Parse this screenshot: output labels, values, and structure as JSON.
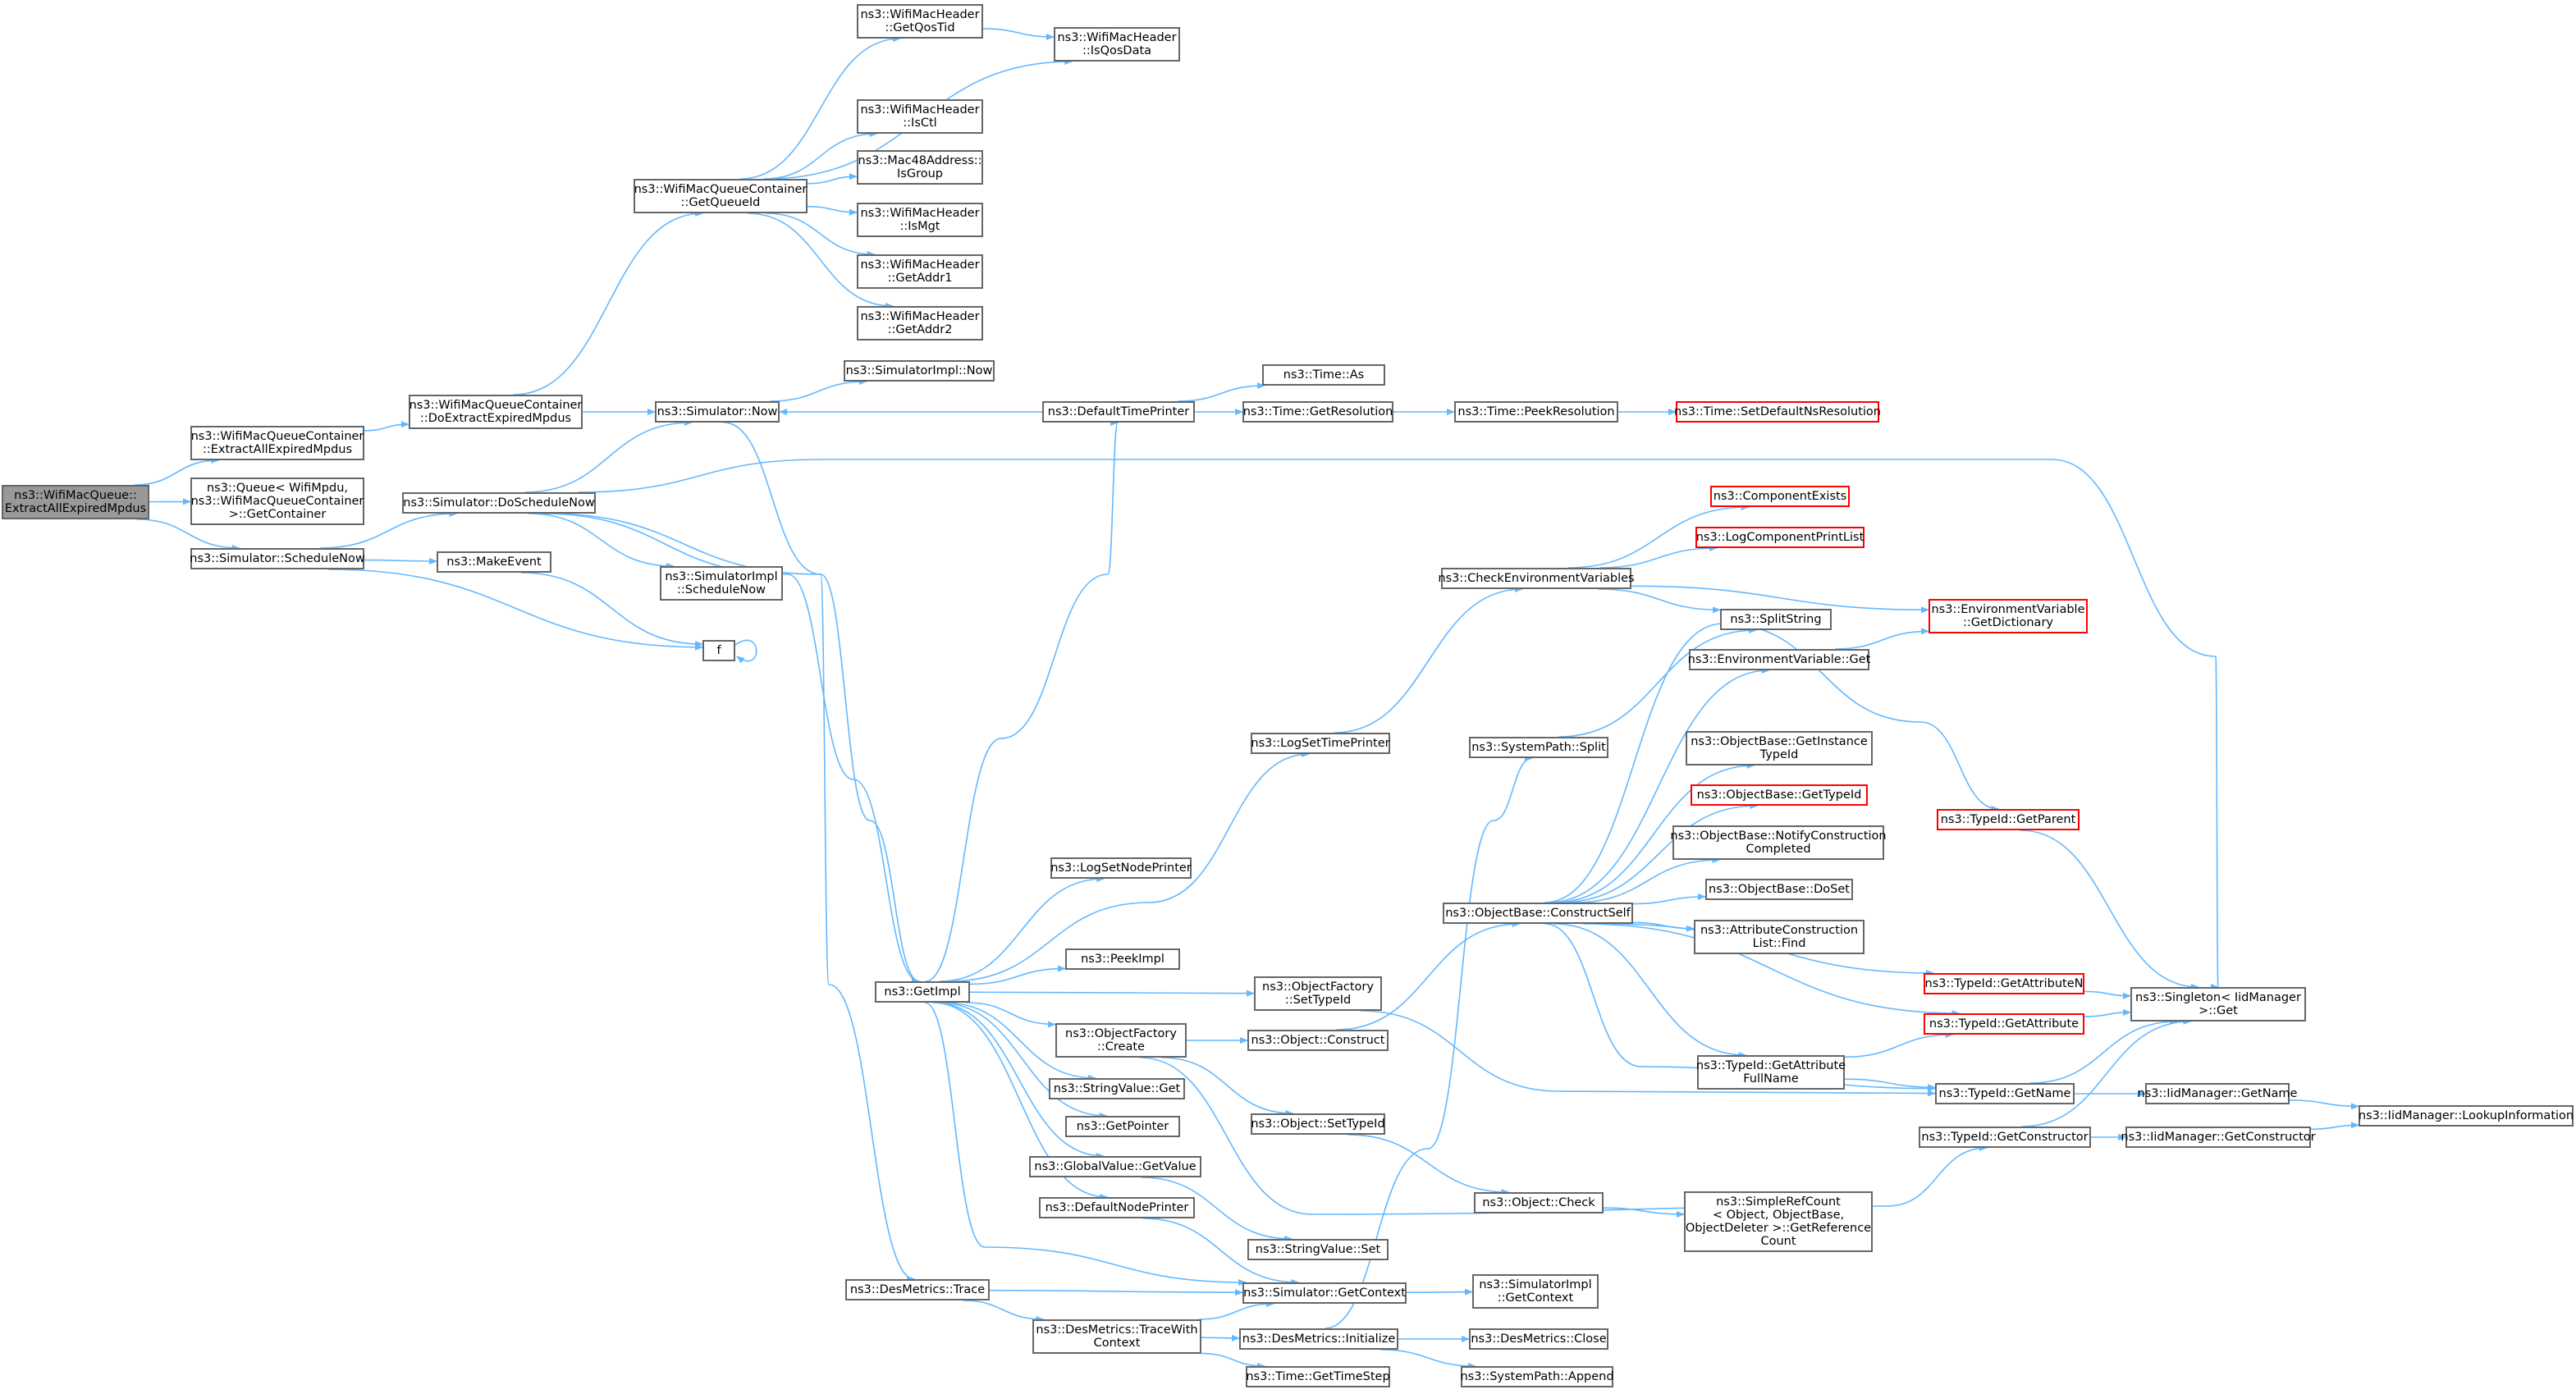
{
  "colors": {
    "edge": "#63b8ff",
    "node_border": "#666666",
    "root_fill": "#999999",
    "truncated_border": "#ff0000"
  },
  "nodes": {
    "root": [
      "ns3::WifiMacQueue::",
      "ExtractAllExpiredMpdus"
    ],
    "wmqc_extractall": [
      "ns3::WifiMacQueueContainer",
      "::ExtractAllExpiredMpdus"
    ],
    "queue_getcontainer": [
      "ns3::Queue< WifiMpdu,",
      "ns3::WifiMacQueueContainer",
      ">::GetContainer"
    ],
    "sim_schedulenow": [
      "ns3::Simulator::ScheduleNow"
    ],
    "wmqc_doextract": [
      "ns3::WifiMacQueueContainer",
      "::DoExtractExpiredMpdus"
    ],
    "wmqc_getqueueid": [
      "ns3::WifiMacQueueContainer",
      "::GetQueueId"
    ],
    "hdr_getqostid": [
      "ns3::WifiMacHeader",
      "::GetQosTid"
    ],
    "hdr_isqosdata": [
      "ns3::WifiMacHeader",
      "::IsQosData"
    ],
    "hdr_isctl": [
      "ns3::WifiMacHeader",
      "::IsCtl"
    ],
    "mac48_isgroup": [
      "ns3::Mac48Address::",
      "IsGroup"
    ],
    "hdr_ismgt": [
      "ns3::WifiMacHeader",
      "::IsMgt"
    ],
    "hdr_getaddr1": [
      "ns3::WifiMacHeader",
      "::GetAddr1"
    ],
    "hdr_getaddr2": [
      "ns3::WifiMacHeader",
      "::GetAddr2"
    ],
    "simimpl_now": [
      "ns3::SimulatorImpl::Now"
    ],
    "sim_now": [
      "ns3::Simulator::Now"
    ],
    "sim_doschedulenow": [
      "ns3::Simulator::DoScheduleNow"
    ],
    "makeevent": [
      "ns3::MakeEvent"
    ],
    "simimpl_schedulenow": [
      "ns3::SimulatorImpl",
      "::ScheduleNow"
    ],
    "f": [
      "f"
    ],
    "defaulttimeprinter": [
      "ns3::DefaultTimePrinter"
    ],
    "time_as": [
      "ns3::Time::As"
    ],
    "time_getresolution": [
      "ns3::Time::GetResolution"
    ],
    "time_peekresolution": [
      "ns3::Time::PeekResolution"
    ],
    "time_setdefaultns": [
      "ns3::Time::SetDefaultNsResolution"
    ],
    "componentexists": [
      "ns3::ComponentExists"
    ],
    "logcomponentprintlist": [
      "ns3::LogComponentPrintList"
    ],
    "checkenv": [
      "ns3::CheckEnvironmentVariables"
    ],
    "envvar_getdictionary": [
      "ns3::EnvironmentVariable",
      "::GetDictionary"
    ],
    "splitstring": [
      "ns3::SplitString"
    ],
    "envvar_get": [
      "ns3::EnvironmentVariable::Get"
    ],
    "logsettimeprinter": [
      "ns3::LogSetTimePrinter"
    ],
    "systempath_split": [
      "ns3::SystemPath::Split"
    ],
    "objbase_getinstancetypeid": [
      "ns3::ObjectBase::GetInstance",
      "TypeId"
    ],
    "objbase_gettypeid": [
      "ns3::ObjectBase::GetTypeId"
    ],
    "typeid_getparent": [
      "ns3::TypeId::GetParent"
    ],
    "objbase_notify": [
      "ns3::ObjectBase::NotifyConstruction",
      "Completed"
    ],
    "logsetnodeprinter": [
      "ns3::LogSetNodePrinter"
    ],
    "objbase_doset": [
      "ns3::ObjectBase::DoSet"
    ],
    "objbase_constructself": [
      "ns3::ObjectBase::ConstructSelf"
    ],
    "attrconstr_find": [
      "ns3::AttributeConstruction",
      "List::Find"
    ],
    "peekimpl": [
      "ns3::PeekImpl"
    ],
    "typeid_getattributen": [
      "ns3::TypeId::GetAttributeN"
    ],
    "getimpl": [
      "ns3::GetImpl"
    ],
    "objfactory_settypeid": [
      "ns3::ObjectFactory",
      "::SetTypeId"
    ],
    "singleton_get": [
      "ns3::Singleton< IidManager",
      ">::Get"
    ],
    "typeid_getattribute": [
      "ns3::TypeId::GetAttribute"
    ],
    "objfactory_create": [
      "ns3::ObjectFactory",
      "::Create"
    ],
    "object_construct": [
      "ns3::Object::Construct"
    ],
    "typeid_getattrfullname": [
      "ns3::TypeId::GetAttribute",
      "FullName"
    ],
    "stringvalue_get": [
      "ns3::StringValue::Get"
    ],
    "typeid_getname": [
      "ns3::TypeId::GetName"
    ],
    "iidmgr_getname": [
      "ns3::IidManager::GetName"
    ],
    "iidmgr_lookupinfo": [
      "ns3::IidManager::LookupInformation"
    ],
    "object_settypeid": [
      "ns3::Object::SetTypeId"
    ],
    "getpointer": [
      "ns3::GetPointer"
    ],
    "typeid_getconstructor": [
      "ns3::TypeId::GetConstructor"
    ],
    "iidmgr_getconstructor": [
      "ns3::IidManager::GetConstructor"
    ],
    "globalvalue_getvalue": [
      "ns3::GlobalValue::GetValue"
    ],
    "object_check": [
      "ns3::Object::Check"
    ],
    "defaultnodeprinter": [
      "ns3::DefaultNodePrinter"
    ],
    "simplerefcount": [
      "ns3::SimpleRefCount",
      "< Object, ObjectBase,",
      "ObjectDeleter >::GetReference",
      "Count"
    ],
    "stringvalue_set": [
      "ns3::StringValue::Set"
    ],
    "desmetrics_trace": [
      "ns3::DesMetrics::Trace"
    ],
    "sim_getcontext": [
      "ns3::Simulator::GetContext"
    ],
    "simimpl_getcontext": [
      "ns3::SimulatorImpl",
      "::GetContext"
    ],
    "desmetrics_tracewithcontext": [
      "ns3::DesMetrics::TraceWith",
      "Context"
    ],
    "desmetrics_initialize": [
      "ns3::DesMetrics::Initialize"
    ],
    "desmetrics_close": [
      "ns3::DesMetrics::Close"
    ],
    "time_gettimestep": [
      "ns3::Time::GetTimeStep"
    ],
    "systempath_append": [
      "ns3::SystemPath::Append"
    ]
  }
}
